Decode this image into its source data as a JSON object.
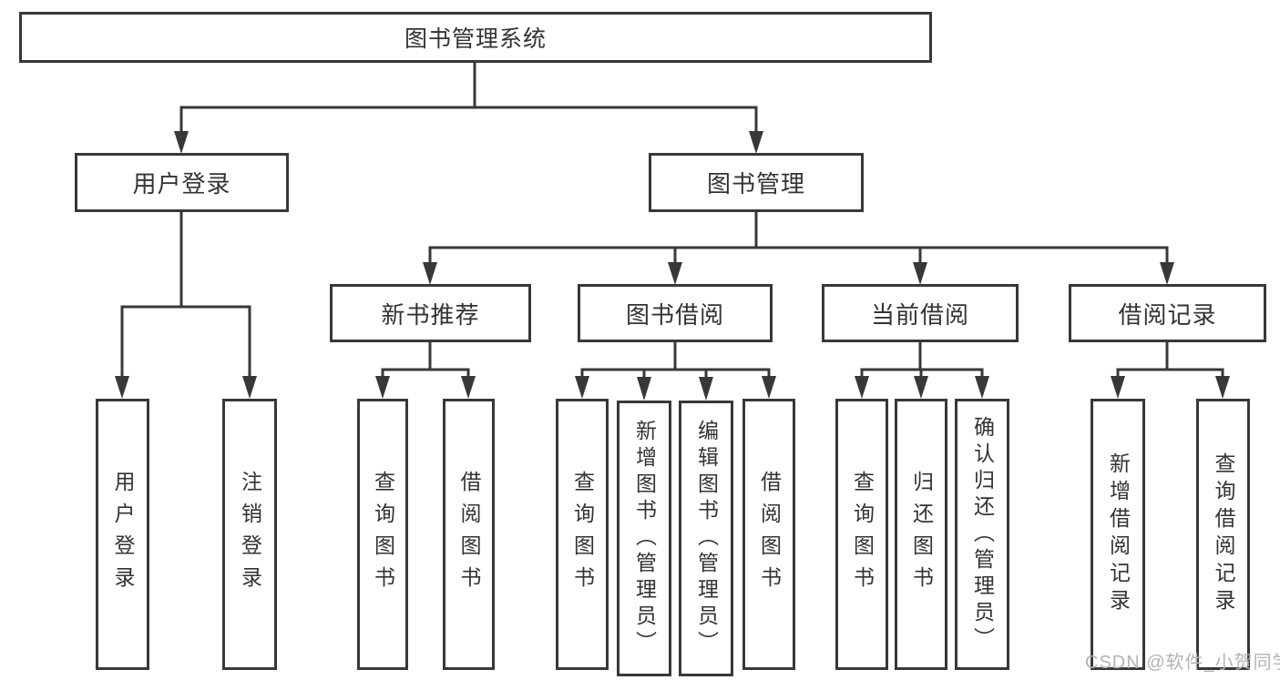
{
  "diagram": {
    "root": "图书管理系统",
    "user_login": {
      "label": "用户登录",
      "children": {
        "login": "用户登录",
        "logout": "注销登录"
      }
    },
    "book_mgmt": {
      "label": "图书管理",
      "new_rec": {
        "label": "新书推荐",
        "children": {
          "query": "查询图书",
          "borrow": "借阅图书"
        }
      },
      "borrow": {
        "label": "图书借阅",
        "children": {
          "query": "查询图书",
          "add": "新增图书（管理员）",
          "edit": "编辑图书（管理员）",
          "borrow": "借阅图书"
        }
      },
      "current": {
        "label": "当前借阅",
        "children": {
          "query": "查询图书",
          "return": "归还图书",
          "confirm": "确认归还（管理员）"
        }
      },
      "records": {
        "label": "借阅记录",
        "children": {
          "add": "新增借阅记录",
          "query": "查询借阅记录"
        }
      }
    }
  },
  "watermark": "CSDN @软件_小贺同学",
  "colors": {
    "line": "#383838",
    "text": "#333333",
    "watermark_text": "#b3b3b3",
    "background": "#ffffff"
  }
}
